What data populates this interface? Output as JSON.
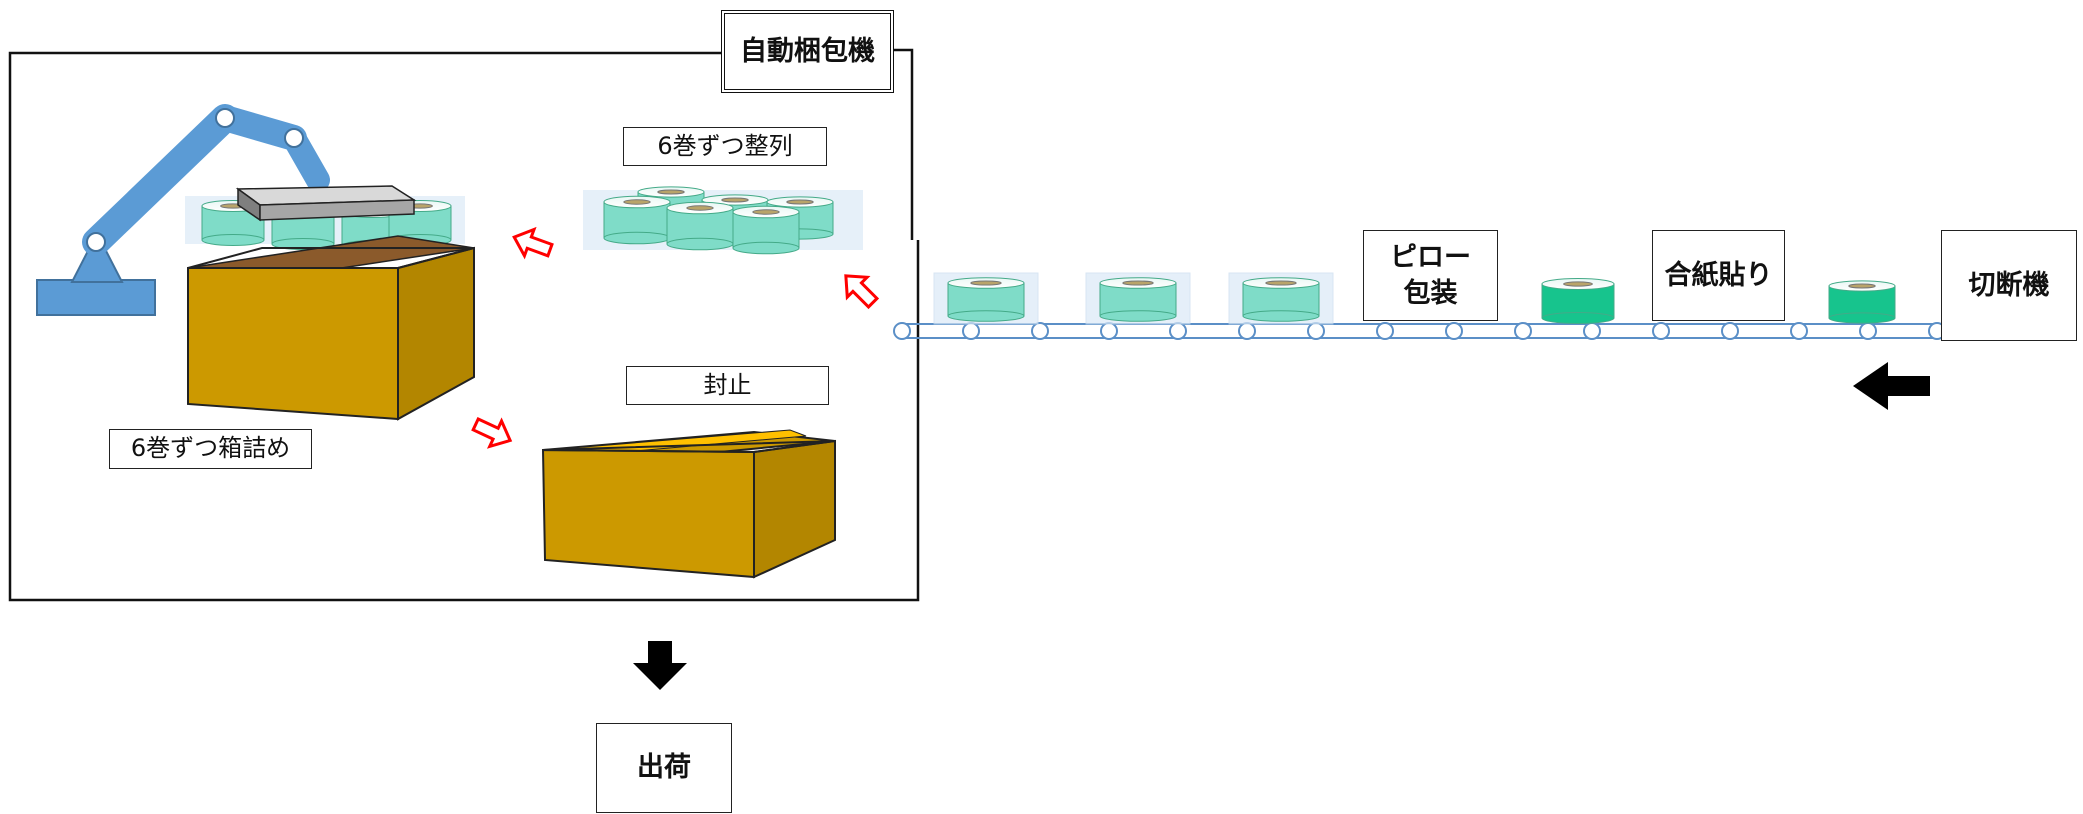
{
  "labels": {
    "machine": "自動梱包機",
    "align": "6巻ずつ整列",
    "seal": "封止",
    "boxing": "6巻ずつ箱詰め",
    "pillow_line1": "ピロー",
    "pillow_line2": "包装",
    "interleave": "合紙貼り",
    "cutter": "切断機",
    "ship": "出荷"
  },
  "colors": {
    "robot_arm": "#5b9bd5",
    "tape_roll": "#7fdcc8",
    "tape_roll_unwrapped": "#17c48d",
    "box": "#cc9900",
    "box_interior": "#8b5a2b",
    "seal_tape": "#ffc000",
    "direction_arrow": "#000000",
    "flow_arrow": "#ff0000",
    "conveyor": "#5b8fc7"
  },
  "icons": {
    "flow_arrows": "red-outline-arrow-icon",
    "direction_arrows": "black-block-arrow-icon"
  }
}
